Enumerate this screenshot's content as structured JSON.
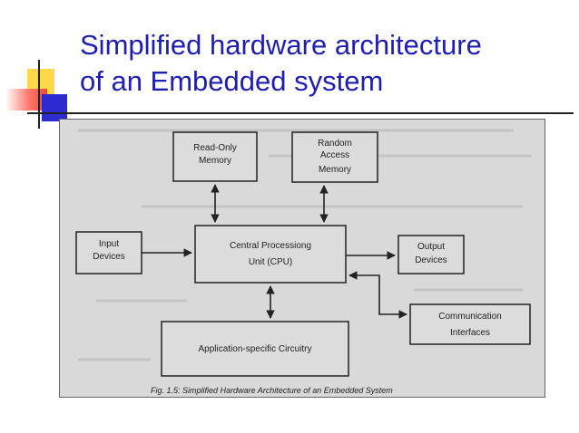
{
  "slide": {
    "title_line1": "Simplified hardware architecture",
    "title_line2": "of an Embedded system",
    "colors": {
      "title": "#1e1eb4",
      "accent_yellow": "#ffd84a",
      "accent_red": "#f0453a",
      "accent_blue": "#2b2bcf"
    }
  },
  "diagram": {
    "blocks": {
      "rom": {
        "line1": "Read-Only",
        "line2": "Memory"
      },
      "ram": {
        "line1": "Random",
        "line2": "Access",
        "line3": "Memory"
      },
      "input": {
        "line1": "Input",
        "line2": "Devices"
      },
      "cpu": {
        "line1": "Central Processiong",
        "line2": "Unit (CPU)"
      },
      "output": {
        "line1": "Output",
        "line2": "Devices"
      },
      "comm": {
        "line1": "Communication",
        "line2": "Interfaces"
      },
      "asic": {
        "line1": "Application-specific Circuitry"
      }
    },
    "caption": "Fig. 1.5: Simplified Hardware Architecture of an Embedded System"
  }
}
